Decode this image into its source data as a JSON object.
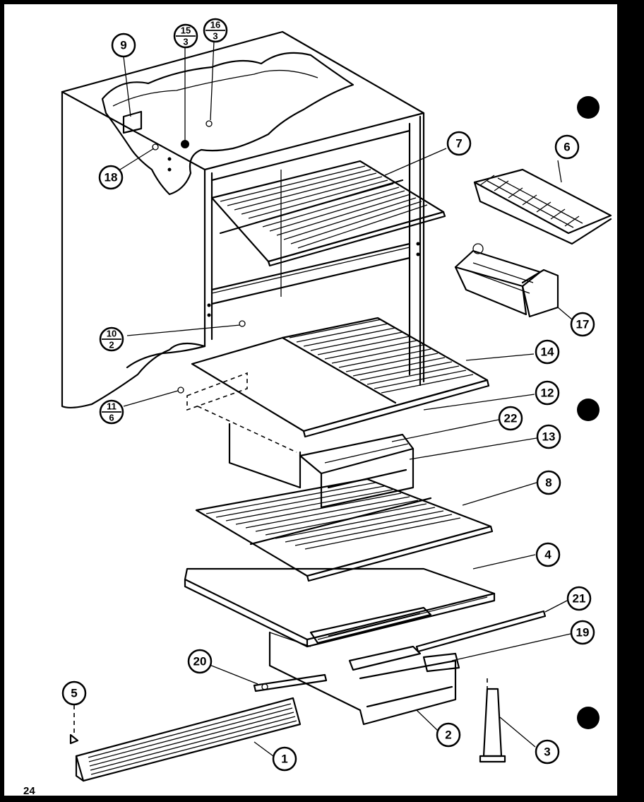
{
  "page_number": "24",
  "callouts": {
    "c1": "1",
    "c2": "2",
    "c3": "3",
    "c4": "4",
    "c5": "5",
    "c6": "6",
    "c7": "7",
    "c8": "8",
    "c9": "9",
    "c12": "12",
    "c13": "13",
    "c14": "14",
    "c17": "17",
    "c18": "18",
    "c19": "19",
    "c20": "20",
    "c21": "21",
    "c22": "22"
  },
  "fraction_callouts": {
    "f10_top": "10",
    "f10_bottom": "2",
    "f11_top": "11",
    "f11_bottom": "6",
    "f15_top": "15",
    "f15_bottom": "3",
    "f16_top": "16",
    "f16_bottom": "3"
  },
  "colors": {
    "paper": "#ffffff",
    "ink": "#000000",
    "border": "#000000"
  },
  "icons": {
    "registration_dot": "registration-dot-icon"
  }
}
